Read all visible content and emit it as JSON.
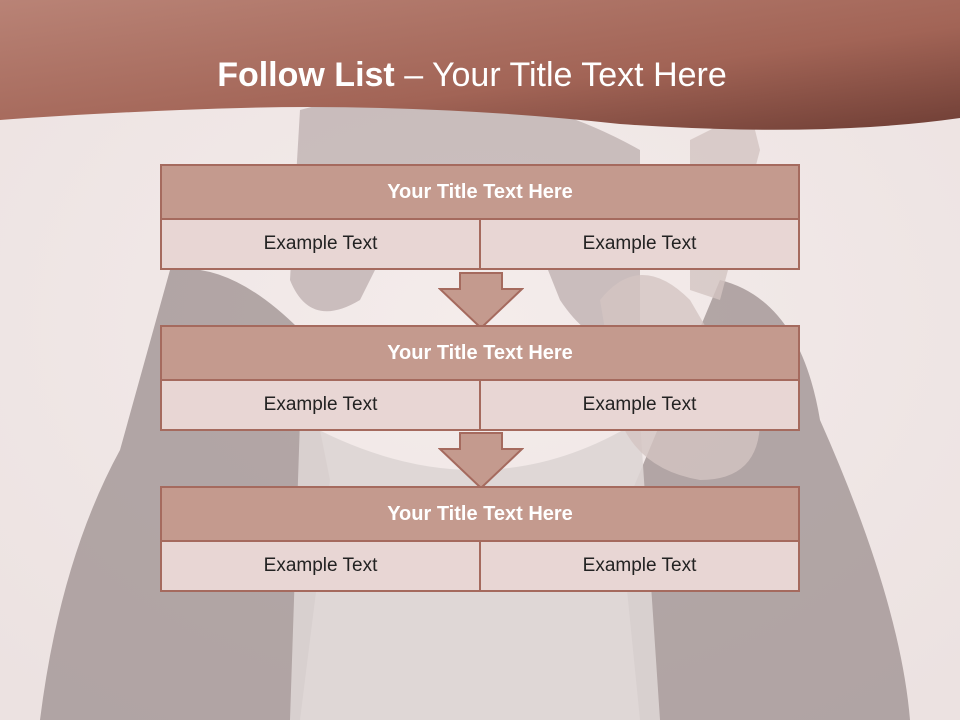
{
  "title": {
    "bold": "Follow List",
    "rest": "– Your Title Text Here"
  },
  "blocks": [
    {
      "heading": "Your Title Text Here",
      "left": "Example Text",
      "right": "Example Text"
    },
    {
      "heading": "Your Title Text Here",
      "left": "Example Text",
      "right": "Example Text"
    },
    {
      "heading": "Your Title Text Here",
      "left": "Example Text",
      "right": "Example Text"
    }
  ],
  "colors": {
    "header": "#9e5c4e",
    "box_title": "#c49a8e",
    "box_cell": "#e8d6d4",
    "border": "#a56a5e"
  }
}
